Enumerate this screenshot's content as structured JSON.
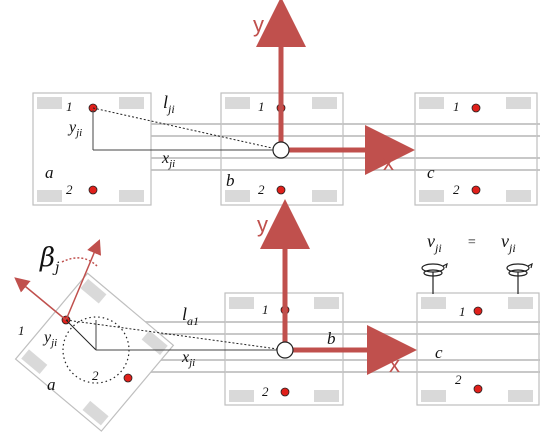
{
  "axes": {
    "x": "x",
    "y": "y"
  },
  "top": {
    "module_a": {
      "label": "a",
      "top_wheel": "1",
      "bottom_wheel": "2"
    },
    "module_b": {
      "label": "b",
      "top_wheel": "1",
      "bottom_wheel": "2"
    },
    "module_c": {
      "label": "c",
      "top_wheel": "1",
      "bottom_wheel": "2"
    },
    "l_label": "l",
    "l_sub": "ji",
    "y_label": "y",
    "y_sub": "ji",
    "x_label": "x",
    "x_sub": "ji"
  },
  "bottom": {
    "module_a": {
      "label": "a",
      "top_wheel": "1",
      "bottom_wheel": "2"
    },
    "module_b": {
      "label": "b",
      "top_wheel": "1",
      "bottom_wheel": "2"
    },
    "module_c": {
      "label": "c",
      "top_wheel": "1",
      "bottom_wheel": "2"
    },
    "beta_label": "β",
    "beta_sub": "j",
    "l_label": "l",
    "l_sub": "a1",
    "y_label": "y",
    "y_sub": "ji",
    "x_label": "x",
    "x_sub": "ji",
    "v_left": "v",
    "v_left_sub": "ji",
    "equals": "=",
    "v_right": "v",
    "v_right_sub": "ji"
  },
  "colors": {
    "axis": "#c0504d",
    "wheel_dot": "#e0201b",
    "pad": "#d9d9d9",
    "module_border": "#bfbfbf"
  }
}
